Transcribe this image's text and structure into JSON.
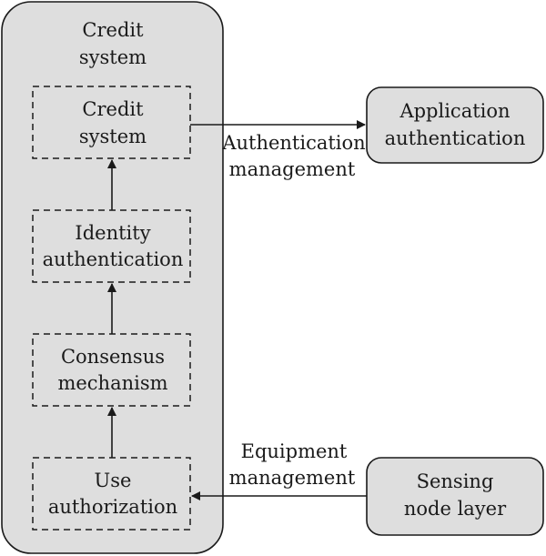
{
  "outer_box": {
    "title_line1": "Credit",
    "title_line2": "system"
  },
  "stack": [
    {
      "line1": "Credit",
      "line2": "system"
    },
    {
      "line1": "Identity",
      "line2": "authentication"
    },
    {
      "line1": "Consensus",
      "line2": "mechanism"
    },
    {
      "line1": "Use",
      "line2": "authorization"
    }
  ],
  "application_box": {
    "line1": "Application",
    "line2": "authentication"
  },
  "sensing_box": {
    "line1": "Sensing",
    "line2": "node layer"
  },
  "edge_labels": {
    "top": {
      "line1": "Authentication",
      "line2": "management"
    },
    "bottom": {
      "line1": "Equipment",
      "line2": "management"
    }
  },
  "colors": {
    "box_fill": "#dedede",
    "stroke": "#1a1a1a",
    "background": "#ffffff"
  }
}
